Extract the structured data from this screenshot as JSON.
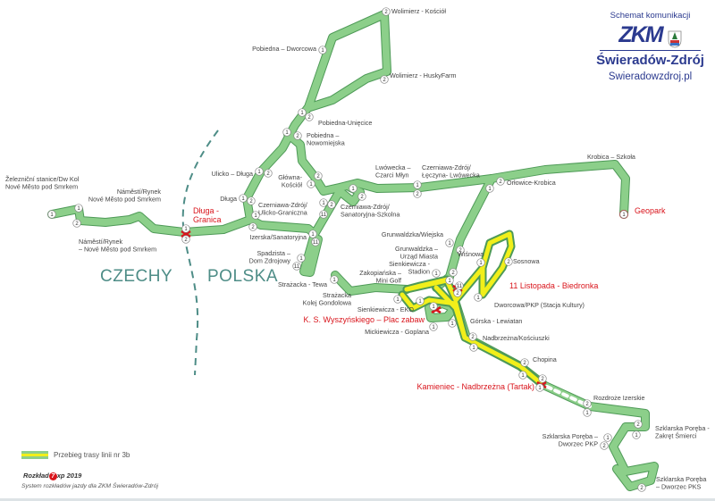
{
  "header": {
    "subtitle": "Schemat komunikacji",
    "logo_text": "ZKM",
    "town": "Świeradów-Zdrój",
    "url": "Swieradowzdroj.pl"
  },
  "countries": {
    "west": "CZECHY",
    "east": "POLSKA"
  },
  "colors": {
    "route": "#8ccf8a",
    "route_outline": "#4e9a57",
    "highlight": "#f1ef1a",
    "transfer": "#d9141b",
    "border": "#4e8d87"
  },
  "stops": [
    {
      "lines": [
        "Železniční stanice/Dw Kol",
        "Nové Město pod Smrkem"
      ],
      "kind": "stop"
    },
    {
      "lines": [
        "Náměstí/Rynek",
        "Nové Město pod Smrkem"
      ],
      "kind": "stop"
    },
    {
      "lines": [
        "Náměstí/Rynek",
        "– Nové Město pod Smrkem"
      ],
      "kind": "stop"
    },
    {
      "lines": [
        "Długa -",
        "Granica"
      ],
      "kind": "transfer"
    },
    {
      "lines": [
        "Ulicko – Długa"
      ],
      "kind": "stop"
    },
    {
      "lines": [
        "Długa"
      ],
      "kind": "stop"
    },
    {
      "lines": [
        "Czerniawa-Zdrój/",
        "Ulicko-Graniczna"
      ],
      "kind": "stop"
    },
    {
      "lines": [
        "Izerska/Sanatoryjna"
      ],
      "kind": "stop"
    },
    {
      "lines": [
        "Spadzista –",
        "Dom Zdrojowy"
      ],
      "kind": "stop"
    },
    {
      "lines": [
        "Strażacka - Tewa"
      ],
      "kind": "stop"
    },
    {
      "lines": [
        "Strażacka",
        "Kolej Gondolowa"
      ],
      "kind": "stop"
    },
    {
      "lines": [
        "Główna-",
        "Kościół"
      ],
      "kind": "stop"
    },
    {
      "lines": [
        "Pobiedna – Dworcowa"
      ],
      "kind": "stop"
    },
    {
      "lines": [
        "Wolimierz - Kościół"
      ],
      "kind": "stop"
    },
    {
      "lines": [
        "Wolimierz - HuskyFarm"
      ],
      "kind": "stop"
    },
    {
      "lines": [
        "Pobiedna-Unięcice"
      ],
      "kind": "stop"
    },
    {
      "lines": [
        "Pobiedna –",
        "Nowomiejska"
      ],
      "kind": "stop"
    },
    {
      "lines": [
        "Lwówecka –",
        "Czarci Młyn"
      ],
      "kind": "stop"
    },
    {
      "lines": [
        "Czerniawa-Zdrój/",
        "Łęczyna- Lwówecka"
      ],
      "kind": "stop"
    },
    {
      "lines": [
        "Czerniawa-Zdrój/",
        "Sanatoryjna-Szkolna"
      ],
      "kind": "stop"
    },
    {
      "lines": [
        "Orłowice-Krobica"
      ],
      "kind": "stop"
    },
    {
      "lines": [
        "Krobica – Szkoła"
      ],
      "kind": "stop"
    },
    {
      "lines": [
        "Geopark"
      ],
      "kind": "transfer"
    },
    {
      "lines": [
        "Grunwaldzka/Wiejska"
      ],
      "kind": "stop"
    },
    {
      "lines": [
        "Grunwaldzka –",
        "Urząd Miasta"
      ],
      "kind": "stop"
    },
    {
      "lines": [
        "Sienkiewicza -",
        "Stadion"
      ],
      "kind": "stop"
    },
    {
      "lines": [
        "Wiśnowa"
      ],
      "kind": "stop"
    },
    {
      "lines": [
        "Sosnowa"
      ],
      "kind": "stop"
    },
    {
      "lines": [
        "11 Listopada - Biedronka"
      ],
      "kind": "transfer"
    },
    {
      "lines": [
        "Zakopiańska –",
        "Mini Golf"
      ],
      "kind": "stop"
    },
    {
      "lines": [
        "Sienkiewicza - EKO"
      ],
      "kind": "stop"
    },
    {
      "lines": [
        "K. S. Wyszyńskiego – Plac zabaw"
      ],
      "kind": "transfer"
    },
    {
      "lines": [
        "Mickiewicza - Goplana"
      ],
      "kind": "stop"
    },
    {
      "lines": [
        "Dworcowa/PKP (Stacja Kultury)"
      ],
      "kind": "stop"
    },
    {
      "lines": [
        "Górska - Lewiatan"
      ],
      "kind": "stop"
    },
    {
      "lines": [
        "Nadbrzeżna/Kościuszki"
      ],
      "kind": "stop"
    },
    {
      "lines": [
        "Chopina"
      ],
      "kind": "stop"
    },
    {
      "lines": [
        "Kamieniec - Nadbrzeżna (Tartak)"
      ],
      "kind": "transfer"
    },
    {
      "lines": [
        "Rozdroże Izerskie"
      ],
      "kind": "stop"
    },
    {
      "lines": [
        "Szklarska Poręba -",
        "Zakręt Śmierci"
      ],
      "kind": "stop"
    },
    {
      "lines": [
        "Szklarska Poręba –",
        "Dworzec PKP"
      ],
      "kind": "stop"
    },
    {
      "lines": [
        "Szklarska Poręba",
        "– Dworzec PKS"
      ],
      "kind": "stop"
    }
  ],
  "markers": [
    "1",
    "1",
    "2",
    "1",
    "2",
    "1",
    "2",
    "1",
    "2",
    "1",
    "2",
    "1",
    "11",
    "1",
    "11",
    "1",
    "1",
    "2",
    "1",
    "11",
    "2",
    "1",
    "2",
    "2",
    "1",
    "2",
    "1",
    "2",
    "1",
    "2",
    "1",
    "2",
    "1",
    "2",
    "1",
    "1",
    "2",
    "1",
    "2",
    "1",
    "11",
    "2",
    "1",
    "2",
    "1",
    "1",
    "1",
    "1",
    "1",
    "1",
    "2",
    "1",
    "2",
    "1",
    "2",
    "1",
    "2",
    "1",
    "2",
    "1",
    "1",
    "2",
    "2"
  ],
  "legend": {
    "label": "Przebieg trasy linii nr 3b"
  },
  "footer": {
    "brand_pre": "Rozkład",
    "brand_badge": "7",
    "brand_post": "xp 2019",
    "subtitle": "System rozkładów jazdy dla ZKM Świeradów-Zdrój"
  }
}
